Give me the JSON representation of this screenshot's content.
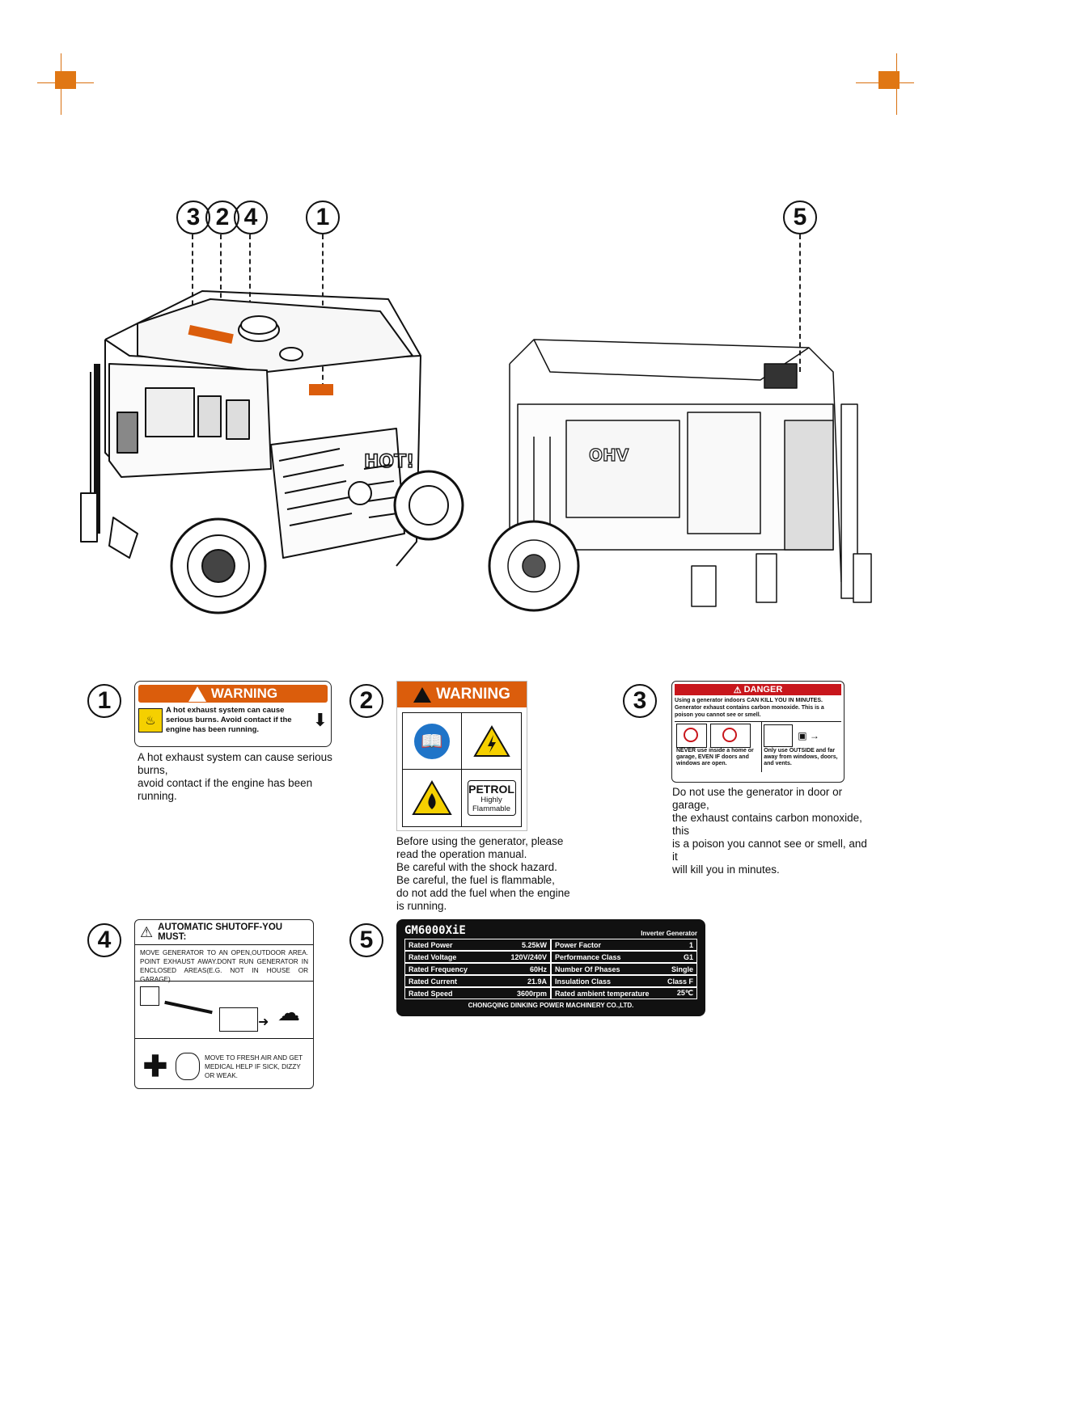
{
  "callouts_top": [
    "3",
    "2",
    "4",
    "1",
    "5"
  ],
  "labels": {
    "n1": {
      "number": "1",
      "header": "WARNING",
      "text": "A hot exhaust system can cause serious burns.    Avoid contact if the engine has been running.",
      "caption": "A hot exhaust system can cause serious burns,\navoid contact if the engine has been running."
    },
    "n2": {
      "number": "2",
      "header": "WARNING",
      "petrol": "PETROL",
      "petrol_sub": "Highly\nFlammable",
      "caption": "Before using the generator, please\nread the operation manual.\nBe careful with the shock hazard.\nBe careful, the fuel is flammable,\ndo not add the fuel when the engine\nis running."
    },
    "n3": {
      "number": "3",
      "header": "DANGER",
      "line1": "Using a generator indoors CAN KILL YOU IN MINUTES.",
      "line2": "Generator exhaust contains carbon monoxide. This is a poison you cannot see or smell.",
      "left": "NEVER use inside a home or garage, EVEN IF doors and windows are open.",
      "right": "Only use OUTSIDE and far away from windows, doors, and vents.",
      "caption": "Do not use the generator in door or garage,\nthe exhaust contains carbon monoxide, this\nis a poison you cannot see or smell, and it\nwill kill you in minutes."
    },
    "n4": {
      "number": "4",
      "header": "AUTOMATIC SHUTOFF-YOU MUST:",
      "text1": "MOVE GENERATOR TO AN OPEN,OUTDOOR AREA. POINT EXHAUST AWAY.DONT RUN GENERATOR IN ENCLOSED AREAS(E.G. NOT IN HOUSE OR GARAGE).",
      "text2": "MOVE TO FRESH AIR AND GET MEDICAL HELP IF SICK, DIZZY OR WEAK."
    },
    "n5": {
      "number": "5",
      "model": "GM6000XiE",
      "type": "Inverter Generator",
      "rows": [
        {
          "k1": "Rated Power",
          "v1": "5.25kW",
          "k2": "Power Factor",
          "v2": "1"
        },
        {
          "k1": "Rated Voltage",
          "v1": "120V/240V",
          "k2": "Performance Class",
          "v2": "G1"
        },
        {
          "k1": "Rated Frequency",
          "v1": "60Hz",
          "k2": "Number Of Phases",
          "v2": "Single"
        },
        {
          "k1": "Rated Current",
          "v1": "21.9A",
          "k2": "Insulation Class",
          "v2": "Class F"
        },
        {
          "k1": "Rated Speed",
          "v1": "3600rpm",
          "k2": "Rated ambient temperature",
          "v2": "25℃"
        }
      ],
      "maker": "CHONGQING DINKING POWER MACHINERY CO.,LTD."
    }
  },
  "generator_decals": {
    "hot": "HOT!",
    "ohv": "OHV"
  },
  "colors": {
    "warning_orange": "#db5d0c",
    "danger_red": "#c8161c",
    "crop_orange": "#e07714",
    "safety_blue": "#1f74c8",
    "hazard_yellow": "#f5d000"
  }
}
